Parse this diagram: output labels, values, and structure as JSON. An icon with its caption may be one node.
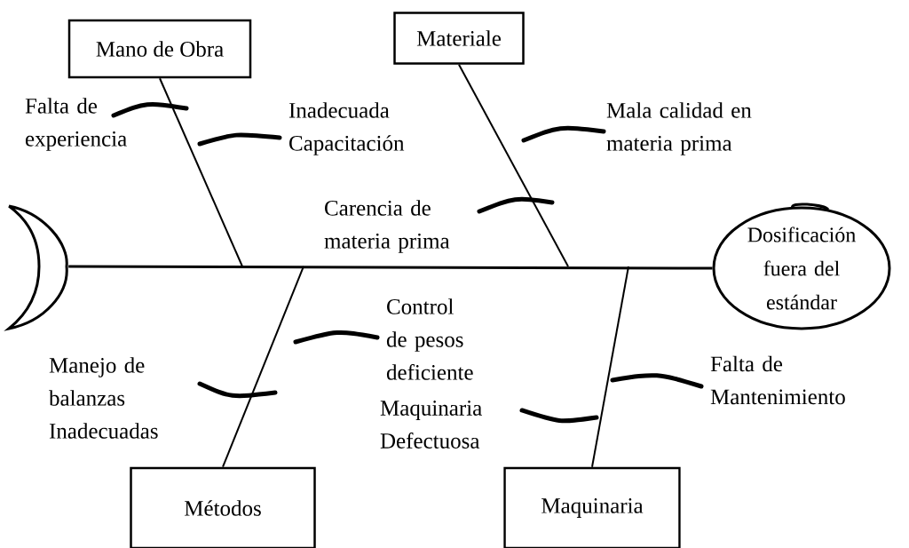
{
  "diagram": {
    "nodes": [
      {
        "text": [
          "Mano de Obra"
        ]
      },
      {
        "text": [
          "Materiale"
        ]
      },
      {
        "text": [
          "Métodos"
        ]
      },
      {
        "text": [
          "Maquinaria"
        ]
      },
      {
        "text": [
          "Dosificación fuera del estándar"
        ]
      },
      {
        "text": [],
        "shape": "crescent"
      }
    ],
    "edges": [
      {
        "from": 5,
        "to": 4,
        "arrow": "none"
      },
      {
        "from": 0,
        "to": null,
        "arrow": "none"
      },
      {
        "from": 1,
        "to": null,
        "arrow": "none"
      },
      {
        "from": 2,
        "to": null,
        "arrow": "none"
      },
      {
        "from": 3,
        "to": null,
        "arrow": "none"
      }
    ],
    "labels": [
      "Falta de experiencia",
      "Inadecuada Capacitación",
      "Mala calidad en materia prima",
      "Carencia de materia prima",
      "Control de pesos deficiente",
      "Manejo de balanzas Inadecuadas",
      "Falta de Mantenimiento",
      "Maquinaria Defectuosa"
    ]
  }
}
